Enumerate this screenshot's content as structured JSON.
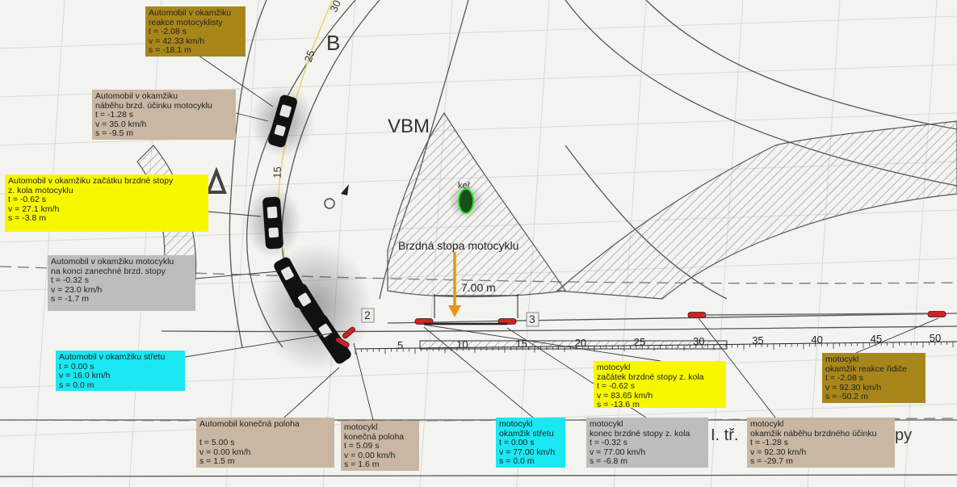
{
  "labels": {
    "road_b": "B",
    "vbm": "VBM",
    "ker": "keř",
    "skid_title": "Brzdná stopa motocyklu",
    "skid_length": "7.00 m",
    "point2": "2",
    "point3": "3",
    "road_class": "I. tř.",
    "road_suffix": "py"
  },
  "curve_ticks": [
    "30",
    "25",
    "15"
  ],
  "scale_ticks": [
    "5",
    "10",
    "15",
    "20",
    "25",
    "30",
    "35",
    "40",
    "45",
    "50"
  ],
  "boxes": {
    "car_reaction": {
      "title_lines": [
        "Automobil v okamžiku",
        "reakce motocyklisty"
      ],
      "t": "t = -2.08 s",
      "v": "v = 42.33 km/h",
      "s": "s = -18.1 m"
    },
    "car_brake_onset": {
      "title_lines": [
        "Automobil v okamžiku",
        "náběhu brzd. účinku motocyklu"
      ],
      "t": "t = -1.28 s",
      "v": "v = 35.0 km/h",
      "s": "s = -9.5 m"
    },
    "car_skid_start": {
      "title_lines": [
        "Automobil v okamžiku začátku brzdné stopy",
        "z. kola motocyklu"
      ],
      "t": "t = -0.62 s",
      "v": "v = 27.1 km/h",
      "s": "s = -3.8 m"
    },
    "car_skid_end": {
      "title_lines": [
        "Automobil v okamžiku motocyklu",
        "na konci zanechné brzd. stopy"
      ],
      "t": "t = -0.32 s",
      "v": "v = 23.0 km/h",
      "s": "s = -1.7 m"
    },
    "car_impact": {
      "title_lines": [
        "Automobil v okamžiku střetu"
      ],
      "t": "t = 0.00 s",
      "v": "v = 16.0 km/h",
      "s": "s = 0.0 m"
    },
    "car_final": {
      "title_lines": [
        "Automobil konečná poloha",
        ""
      ],
      "t": "t = 5.00 s",
      "v": "v = 0.00 km/h",
      "s": "s = 1.5 m"
    },
    "moto_final": {
      "title_lines": [
        "motocykl",
        "konečná poloha"
      ],
      "t": "t = 5.09 s",
      "v": "v = 0.00 km/h",
      "s": "s = 1.6 m"
    },
    "moto_impact": {
      "title_lines": [
        "motocykl",
        "okamžik střetu"
      ],
      "t": "t = 0.00 s",
      "v": "v = 77.00 km/h",
      "s": "s = 0.0 m"
    },
    "moto_skid_end": {
      "title_lines": [
        "motocykl",
        "konec brzdné stopy z. kola"
      ],
      "t": "t = -0.32 s",
      "v": "v = 77.00 km/h",
      "s": "s = -6.8 m"
    },
    "moto_skid_start": {
      "title_lines": [
        "motocykl",
        "začátek brzdné stopy z. kola"
      ],
      "t": "t = -0.62 s",
      "v": "v = 83.65 km/h",
      "s": "s = -13.6 m"
    },
    "moto_brake_onset": {
      "title_lines": [
        "motocykl",
        "okamžik náběhu brzdného účinku"
      ],
      "t": "t = -1.28 s",
      "v": "v = 92.30 km/h",
      "s": "s = -29.7 m"
    },
    "moto_reaction": {
      "title_lines": [
        "motocykl",
        "okamžik reakce řidiče"
      ],
      "t": "t = -2.08 s",
      "v": "v = 92.30 km/h",
      "s": "s = -50.2 m"
    }
  },
  "colors": {
    "olive": "#a8861a",
    "tan": "#c9b7a3",
    "yellow": "#f7f700",
    "gray": "#bdbdbd",
    "cyan": "#19e7f2",
    "arrow": "#e8951a",
    "moto": "#d42020"
  }
}
